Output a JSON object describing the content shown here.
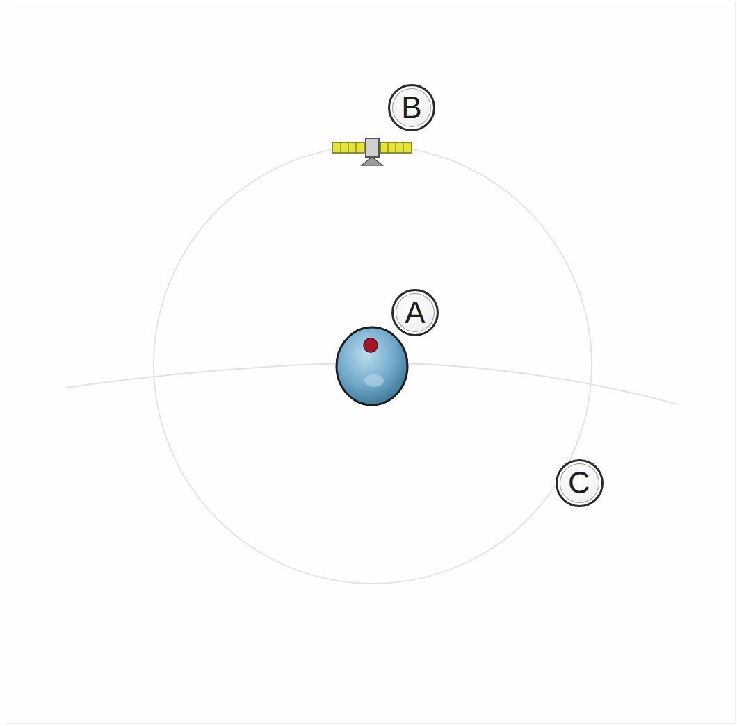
{
  "diagram": {
    "nodes": [
      {
        "text": [
          "B"
        ]
      },
      {
        "text": [
          "A"
        ]
      },
      {
        "text": [
          "C"
        ]
      }
    ]
  }
}
